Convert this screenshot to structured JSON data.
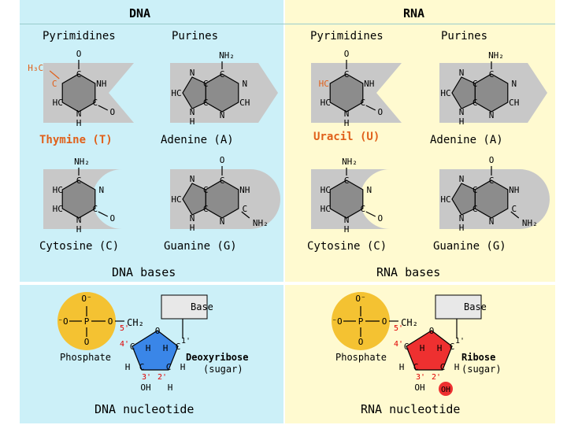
{
  "colors": {
    "dna_bg": "#ccf0f8",
    "rna_bg": "#fffad0",
    "shape_gray": "#c8c8c8",
    "ring_gray": "#8c8c8c",
    "phosphate_yellow": "#f4c232",
    "deoxyribose_blue": "#3a86e8",
    "ribose_red": "#ee3030",
    "label_orange": "#e0601a",
    "red_label": "#e00000"
  },
  "dna": {
    "title": "DNA",
    "pyrimidines_label": "Pyrimidines",
    "purines_label": "Purines",
    "bases_label": "DNA bases",
    "nucleotide_label": "DNA nucleotide",
    "bases": [
      {
        "name": "Thymine (T)",
        "type": "pyrimidine"
      },
      {
        "name": "Adenine (A)",
        "type": "purine"
      },
      {
        "name": "Cytosine (C)",
        "type": "pyrimidine"
      },
      {
        "name": "Guanine (G)",
        "type": "purine"
      }
    ],
    "sugar_name": "Deoxyribose",
    "sugar_note": "(sugar)"
  },
  "rna": {
    "title": "RNA",
    "pyrimidines_label": "Pyrimidines",
    "purines_label": "Purines",
    "bases_label": "RNA bases",
    "nucleotide_label": "RNA nucleotide",
    "bases": [
      {
        "name": "Uracil (U)",
        "type": "pyrimidine"
      },
      {
        "name": "Adenine (A)",
        "type": "purine"
      },
      {
        "name": "Cytosine (C)",
        "type": "pyrimidine"
      },
      {
        "name": "Guanine (G)",
        "type": "purine"
      }
    ],
    "sugar_name": "Ribose",
    "sugar_note": "(sugar)"
  },
  "nucleotide": {
    "phosphate_label": "Phosphate",
    "base_box_label": "Base",
    "phosphorus": "P",
    "oxygen": "O",
    "oxygen_minus": "O⁻",
    "minus_oxygen": "⁻O",
    "carbon_5": "5'",
    "carbon_4": "4'",
    "carbon_3": "3'",
    "carbon_2": "2'",
    "carbon_1": "1'",
    "ch2": "CH₂",
    "hydroxyl": "OH",
    "hydrogen": "H",
    "carbon": "C"
  },
  "atoms": {
    "methyl": "H₃C",
    "hc": "HC",
    "nh": "NH",
    "nh2": "NH₂",
    "ch": "CH",
    "n": "N",
    "c": "C",
    "o": "O",
    "h": "H"
  }
}
